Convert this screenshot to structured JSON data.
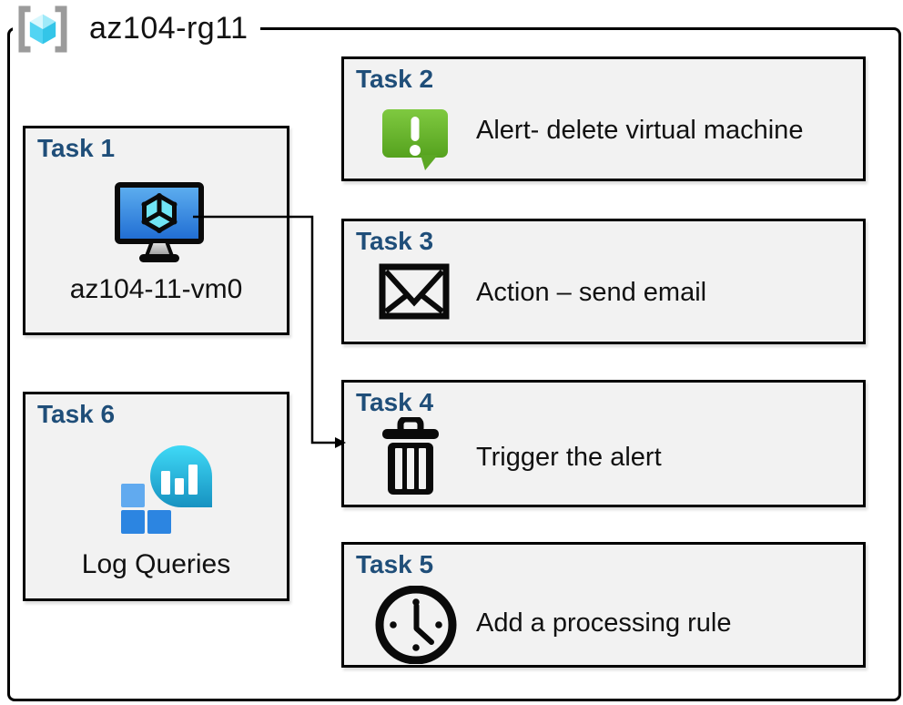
{
  "header": {
    "title": "az104-rg11",
    "icon": "resource-group-icon"
  },
  "tasks": {
    "task1": {
      "label": "Task 1",
      "caption": "az104-11-vm0",
      "icon": "virtual-machine-icon"
    },
    "task2": {
      "label": "Task 2",
      "caption": "Alert- delete virtual machine",
      "icon": "alert-message-icon"
    },
    "task3": {
      "label": "Task 3",
      "caption": "Action – send email",
      "icon": "email-envelope-icon"
    },
    "task4": {
      "label": "Task 4",
      "caption": "Trigger the alert",
      "icon": "trash-icon"
    },
    "task5": {
      "label": "Task 5",
      "caption": "Add a processing rule",
      "icon": "clock-icon"
    },
    "task6": {
      "label": "Task 6",
      "caption": "Log Queries",
      "icon": "log-analytics-icon"
    }
  },
  "connector": {
    "from": "task1-virtual-machine",
    "to": "task4"
  },
  "colors": {
    "task_label_blue": "#1F4E79",
    "box_fill": "#F2F2F2",
    "box_border": "#000000",
    "alert_green": "#6DB52F",
    "vm_screen_blue": "#2E7FD9",
    "cube_cyan": "#70E5F6",
    "log_bubble_teal": "#27B9E0",
    "log_square_blue": "#2C85E1",
    "log_square_light_blue": "#61AAEF",
    "rg_bracket_gray": "#9B9B9B",
    "rg_cube_cyan": "#52D4F3"
  }
}
